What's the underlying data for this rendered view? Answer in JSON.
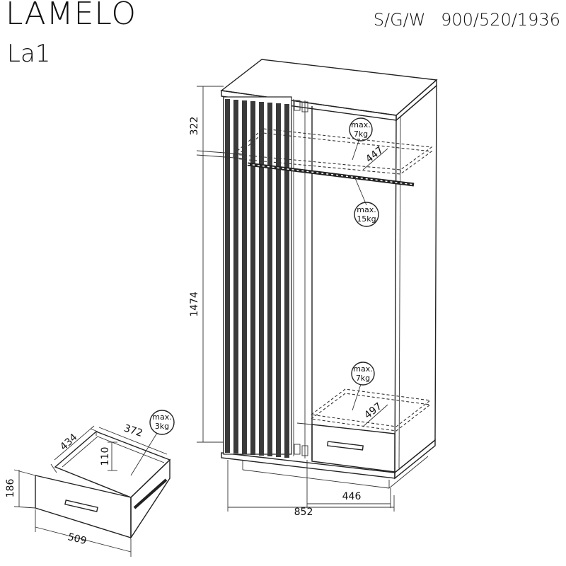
{
  "header": {
    "title": "LAMELO",
    "model": "La1",
    "dims_labels": "S/G/W",
    "dims_values": "900/520/1936"
  },
  "dimensions": {
    "top_gap": "322",
    "hang_height": "1474",
    "shelf_depth_top": "447",
    "shelf_depth_bottom": "497",
    "drawer_span": "446",
    "total_width": "852",
    "drawer_depth": "434",
    "drawer_inner_width": "372",
    "drawer_inner_height": "110",
    "drawer_height": "186",
    "drawer_width": "509"
  },
  "loads": {
    "top_shelf": [
      "max.",
      "7kg"
    ],
    "rail": [
      "max.",
      "15kg"
    ],
    "bottom_shelf": [
      "max.",
      "7kg"
    ],
    "drawer": [
      "max.",
      "3kg"
    ]
  }
}
